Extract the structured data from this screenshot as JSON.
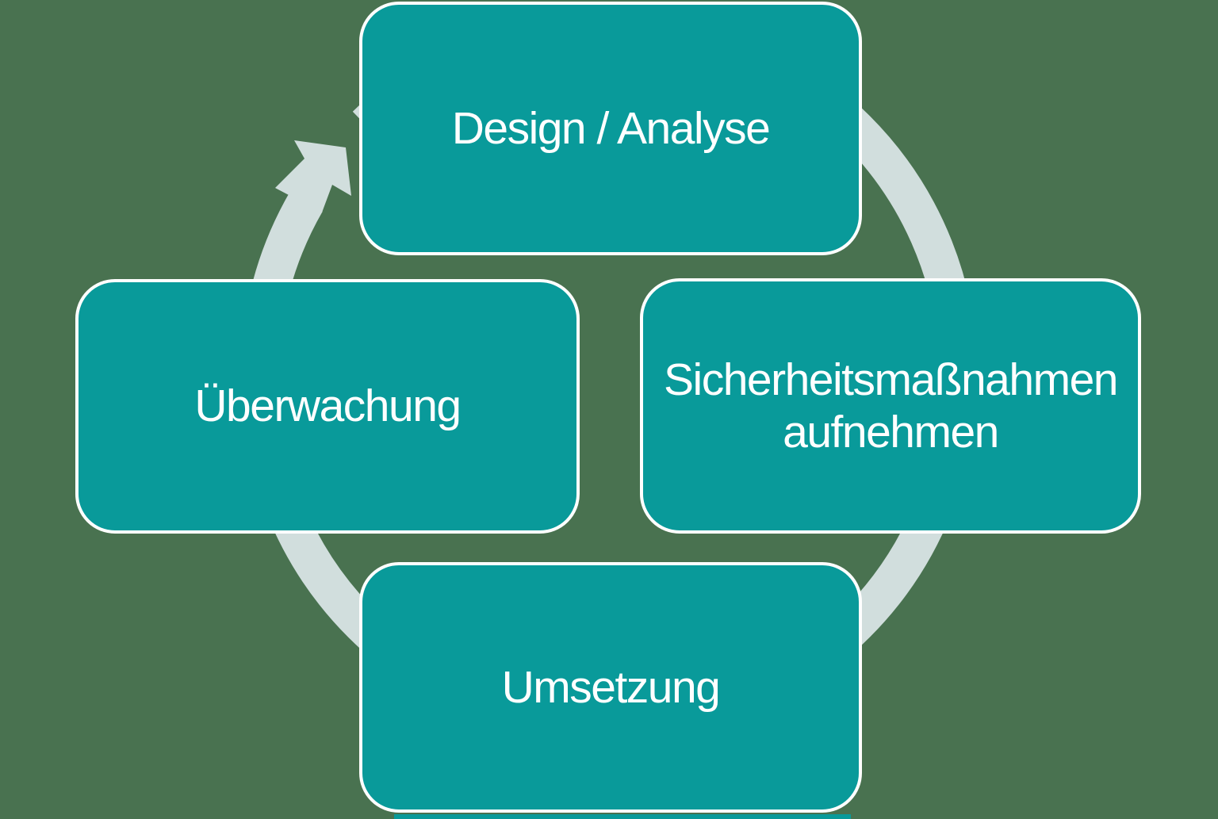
{
  "diagram": {
    "type": "cycle",
    "direction": "clockwise",
    "colors": {
      "background": "#497250",
      "node_fill": "#099a9a",
      "node_border": "#ffffff",
      "ring": "#d1dedd",
      "text": "#ffffff"
    },
    "nodes": [
      {
        "id": "design-analyse",
        "position": "top",
        "line1": "Design / Analyse",
        "line2": ""
      },
      {
        "id": "sicherheitsmassnahmen-aufnehmen",
        "position": "right",
        "line1": "Sicherheitsmaßnahmen",
        "line2": "aufnehmen"
      },
      {
        "id": "umsetzung",
        "position": "bottom",
        "line1": "Umsetzung",
        "line2": ""
      },
      {
        "id": "ueberwachung",
        "position": "left",
        "line1": "Überwachung",
        "line2": ""
      }
    ]
  }
}
